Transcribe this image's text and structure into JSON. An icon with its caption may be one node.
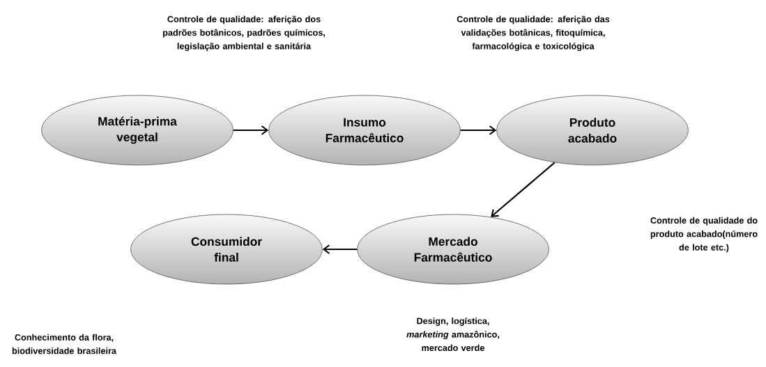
{
  "diagram": {
    "nodes": [
      {
        "text": [
          "Matéria-prima vegetal"
        ]
      },
      {
        "text": [
          "Insumo Farmacêutico"
        ]
      },
      {
        "text": [
          "Produto acabado"
        ]
      },
      {
        "text": [
          "Mercado Farmacêutico"
        ]
      },
      {
        "text": [
          "Consumidor final"
        ]
      }
    ],
    "edges": [
      {
        "from": 0,
        "to": 1,
        "arrow": "to"
      },
      {
        "from": 1,
        "to": 2,
        "arrow": "to"
      },
      {
        "from": 2,
        "to": 3,
        "arrow": "to"
      },
      {
        "from": 3,
        "to": 4,
        "arrow": "to"
      }
    ],
    "labels": [
      "Controle de qualidade: aferição dos padrões botânicos, padrões químicos, legislação ambiental e sanitária",
      "Controle de qualidade: aferição das validações botânicas, fitoquímica, farmacológica e toxicológica",
      "Controle de qualidade do produto acabado(número de lote etc.)",
      "Conhecimento da flora, biodiversidade brasileira",
      "Design, logística, *marketing* amazônico, mercado verde"
    ]
  }
}
